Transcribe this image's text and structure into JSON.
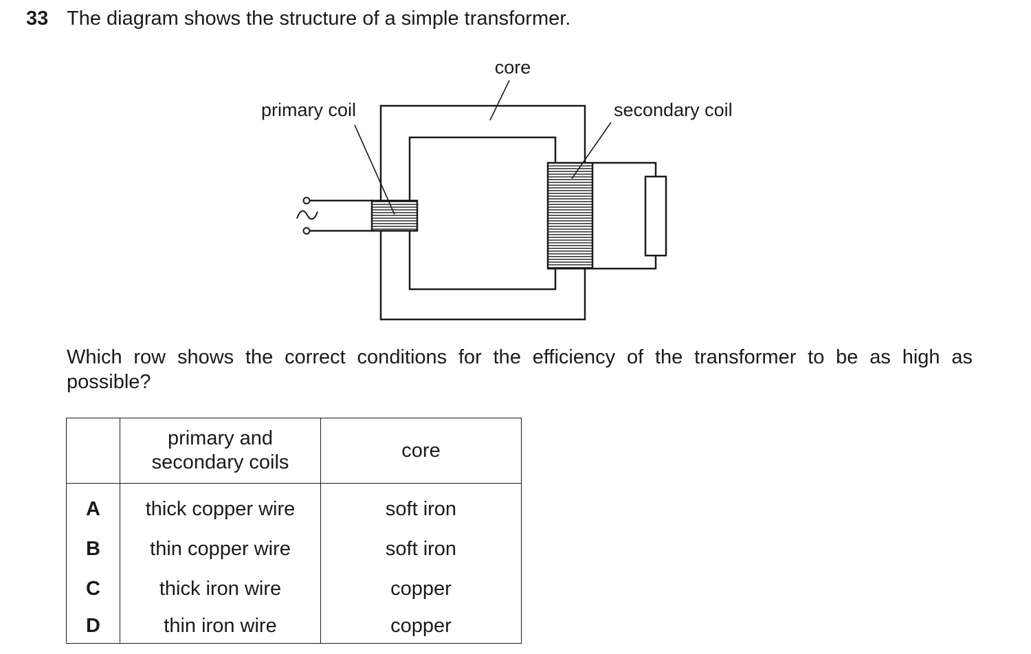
{
  "question": {
    "number": "33",
    "stem": "The diagram shows the structure of a simple transformer.",
    "prompt": "Which row shows the correct conditions for the efficiency of the transformer to be as high as possible?"
  },
  "diagram": {
    "labels": {
      "core": "core",
      "primary_coil": "primary coil",
      "secondary_coil": "secondary coil"
    }
  },
  "table": {
    "headers": [
      "",
      "primary and secondary coils",
      "core"
    ],
    "header_coils_lines": [
      "primary and",
      "secondary coils"
    ],
    "rows": [
      {
        "letter": "A",
        "coils": "thick copper wire",
        "core": "soft iron"
      },
      {
        "letter": "B",
        "coils": "thin copper wire",
        "core": "soft iron"
      },
      {
        "letter": "C",
        "coils": "thick iron wire",
        "core": "copper"
      },
      {
        "letter": "D",
        "coils": "thin iron wire",
        "core": "copper"
      }
    ]
  }
}
